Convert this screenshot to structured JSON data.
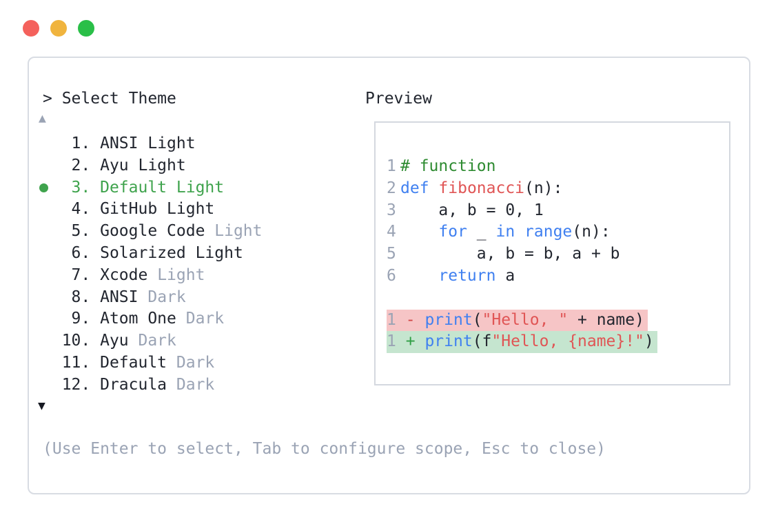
{
  "window": {
    "close_label": "close",
    "minimize_label": "minimize",
    "maximize_label": "maximize"
  },
  "prompt": "> Select Theme",
  "preview": {
    "label": "Preview"
  },
  "scroll": {
    "up_icon": "▲",
    "down_icon": "▼"
  },
  "theme_list": {
    "selected_number": 3,
    "items": [
      {
        "num": 1,
        "name": "ANSI",
        "variant": "Light",
        "variant_muted": false,
        "selected": false
      },
      {
        "num": 2,
        "name": "Ayu",
        "variant": "Light",
        "variant_muted": false,
        "selected": false
      },
      {
        "num": 3,
        "name": "Default",
        "variant": "Light",
        "variant_muted": false,
        "selected": true
      },
      {
        "num": 4,
        "name": "GitHub",
        "variant": "Light",
        "variant_muted": false,
        "selected": false
      },
      {
        "num": 5,
        "name": "Google Code",
        "variant": "Light",
        "variant_muted": true,
        "selected": false
      },
      {
        "num": 6,
        "name": "Solarized",
        "variant": "Light",
        "variant_muted": false,
        "selected": false
      },
      {
        "num": 7,
        "name": "Xcode",
        "variant": "Light",
        "variant_muted": true,
        "selected": false
      },
      {
        "num": 8,
        "name": "ANSI",
        "variant": "Dark",
        "variant_muted": true,
        "selected": false
      },
      {
        "num": 9,
        "name": "Atom One",
        "variant": "Dark",
        "variant_muted": true,
        "selected": false
      },
      {
        "num": 10,
        "name": "Ayu",
        "variant": "Dark",
        "variant_muted": true,
        "selected": false
      },
      {
        "num": 11,
        "name": "Default",
        "variant": "Dark",
        "variant_muted": true,
        "selected": false
      },
      {
        "num": 12,
        "name": "Dracula",
        "variant": "Dark",
        "variant_muted": true,
        "selected": false
      }
    ]
  },
  "preview_code": {
    "lines": [
      {
        "num": "1",
        "tokens": [
          [
            "comment",
            "# function"
          ]
        ]
      },
      {
        "num": "2",
        "tokens": [
          [
            "kw",
            "def"
          ],
          [
            "plain",
            " "
          ],
          [
            "name",
            "fibonacci"
          ],
          [
            "plain",
            "(n):"
          ]
        ]
      },
      {
        "num": "3",
        "tokens": [
          [
            "plain",
            "    a, b = 0, 1"
          ]
        ]
      },
      {
        "num": "4",
        "tokens": [
          [
            "plain",
            "    "
          ],
          [
            "kw",
            "for"
          ],
          [
            "plain",
            " _ "
          ],
          [
            "kw",
            "in"
          ],
          [
            "plain",
            " "
          ],
          [
            "kw",
            "range"
          ],
          [
            "plain",
            "(n):"
          ]
        ]
      },
      {
        "num": "5",
        "tokens": [
          [
            "plain",
            "        a, b = b, a + b"
          ]
        ]
      },
      {
        "num": "6",
        "tokens": [
          [
            "plain",
            "    "
          ],
          [
            "kw",
            "return"
          ],
          [
            "plain",
            " a"
          ]
        ]
      },
      {
        "num": "",
        "tokens": []
      },
      {
        "diff": "removed",
        "tokens": [
          [
            "lnum",
            "1"
          ],
          [
            "plain",
            " "
          ],
          [
            "minus",
            "-"
          ],
          [
            "plain",
            " "
          ],
          [
            "kw",
            "print"
          ],
          [
            "plain",
            "("
          ],
          [
            "str",
            "\"Hello, \""
          ],
          [
            "plain",
            " + name)"
          ]
        ]
      },
      {
        "diff": "added",
        "tokens": [
          [
            "lnum",
            "1"
          ],
          [
            "plain",
            " "
          ],
          [
            "plus",
            "+"
          ],
          [
            "plain",
            " "
          ],
          [
            "kw",
            "print"
          ],
          [
            "plain",
            "(f"
          ],
          [
            "str",
            "\"Hello, {name}!\""
          ],
          [
            "plain",
            ")"
          ]
        ]
      }
    ]
  },
  "help_text": "(Use Enter to select, Tab to configure scope, Esc to close)",
  "colors": {
    "selected_green": "#3fa34d",
    "muted_gray": "#9aa3b4",
    "keyword_blue": "#4080f0",
    "string_red": "#e05555",
    "comment_green": "#2e8b31",
    "diff_removed_bg": "#f6c5c6",
    "diff_added_bg": "#c5e5cf",
    "traffic_red": "#f4615c",
    "traffic_yellow": "#f0b43e",
    "traffic_green": "#2abf48"
  }
}
